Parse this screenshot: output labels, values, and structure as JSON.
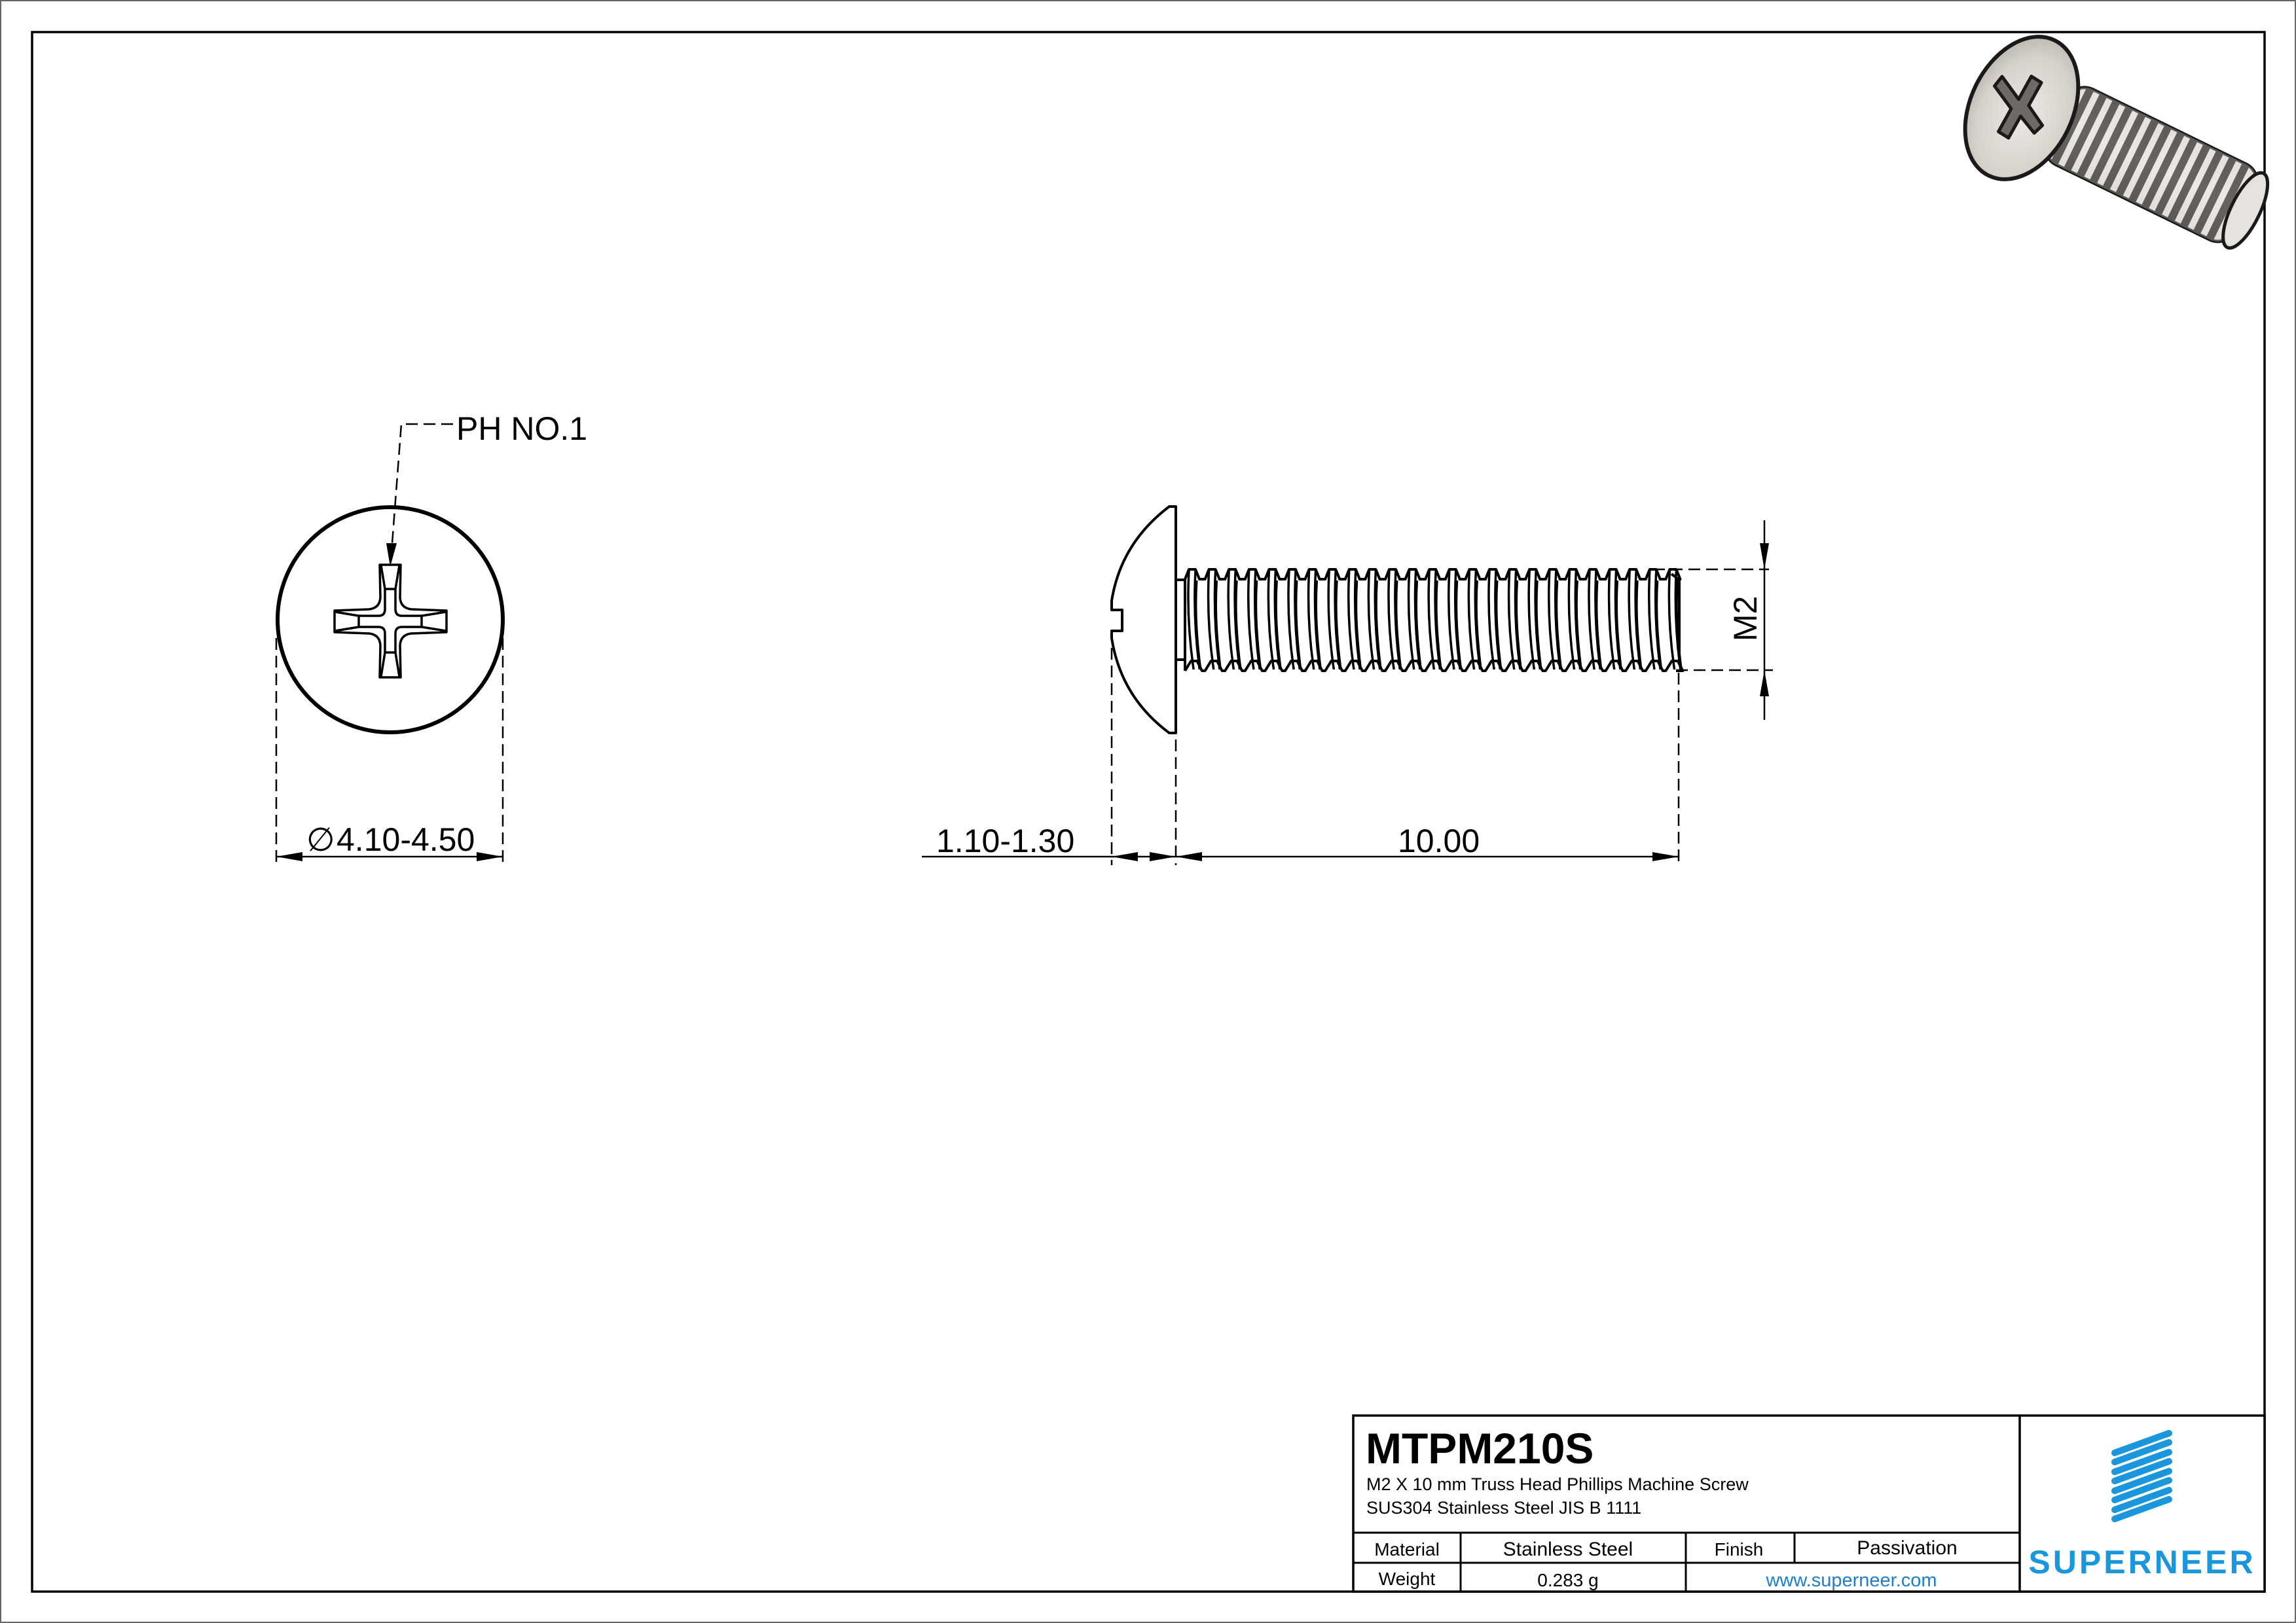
{
  "drawing": {
    "head_view": {
      "callout": "PH NO.1",
      "diameter_symbol": "∅",
      "diameter_dim": "4.10-4.50"
    },
    "side_view": {
      "head_height_dim": "1.10-1.30",
      "length_dim": "10.00",
      "thread_dim": "M2"
    },
    "render_3d": {
      "description": "isometric screw render"
    }
  },
  "title_block": {
    "part_number": "MTPM210S",
    "description_line1": "M2 X 10 mm  Truss Head Phillips Machine Screw",
    "description_line2": "SUS304 Stainless Steel JIS B 1111",
    "material_label": "Material",
    "material_value": "Stainless Steel",
    "finish_label": "Finish",
    "finish_value": "Passivation",
    "weight_label": "Weight",
    "weight_value": "0.283 g",
    "website": "www.superneer.com",
    "logo_text": "SUPERNEER"
  },
  "colors": {
    "brand_blue": "#1a96dc",
    "link_blue": "#1a7fd0",
    "line": "#000000",
    "render_metal": "#e3dfda"
  }
}
